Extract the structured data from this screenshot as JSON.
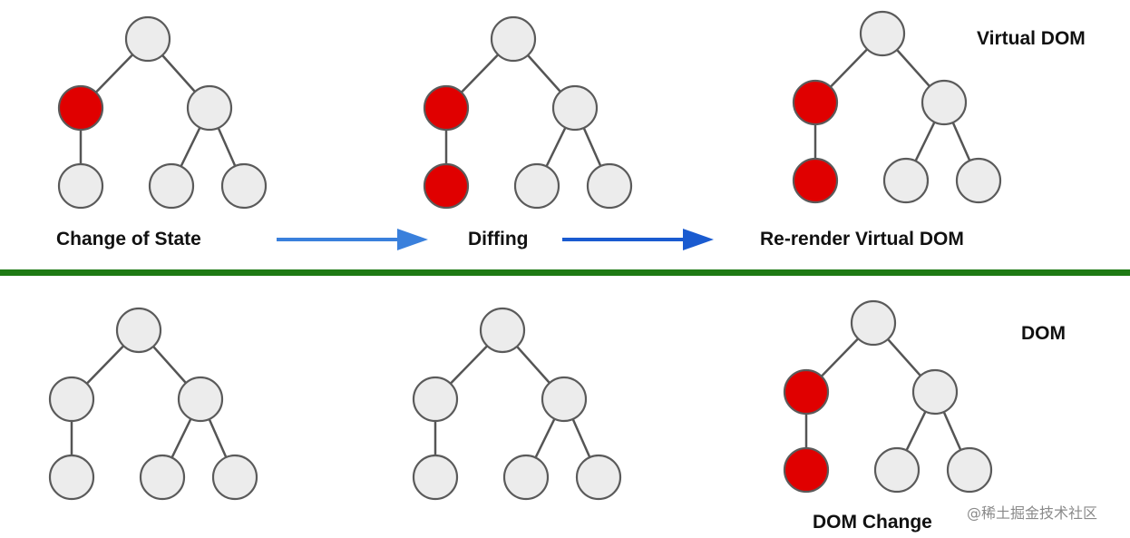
{
  "labels": {
    "virtual_dom": "Virtual DOM",
    "dom": "DOM",
    "change_of_state": "Change of State",
    "diffing": "Diffing",
    "rerender": "Re-render Virtual DOM",
    "dom_change": "DOM Change",
    "watermark": "@稀土掘金技术社区"
  },
  "colors": {
    "node_default": "#ececec",
    "node_changed": "#e00000",
    "node_stroke": "#5a5a5a",
    "edge": "#555555",
    "divider": "#1e7a14",
    "arrow_1": "#3a80dc",
    "arrow_2": "#1a5bd0"
  },
  "trees": [
    {
      "name": "virtual-tree-change-of-state",
      "changed": [
        "left"
      ]
    },
    {
      "name": "virtual-tree-diffing",
      "changed": [
        "left",
        "left-child"
      ]
    },
    {
      "name": "virtual-tree-rerender",
      "changed": [
        "left",
        "left-child"
      ]
    },
    {
      "name": "dom-tree-1",
      "changed": []
    },
    {
      "name": "dom-tree-2",
      "changed": []
    },
    {
      "name": "dom-tree-dom-change",
      "changed": [
        "left",
        "left-child"
      ]
    }
  ]
}
